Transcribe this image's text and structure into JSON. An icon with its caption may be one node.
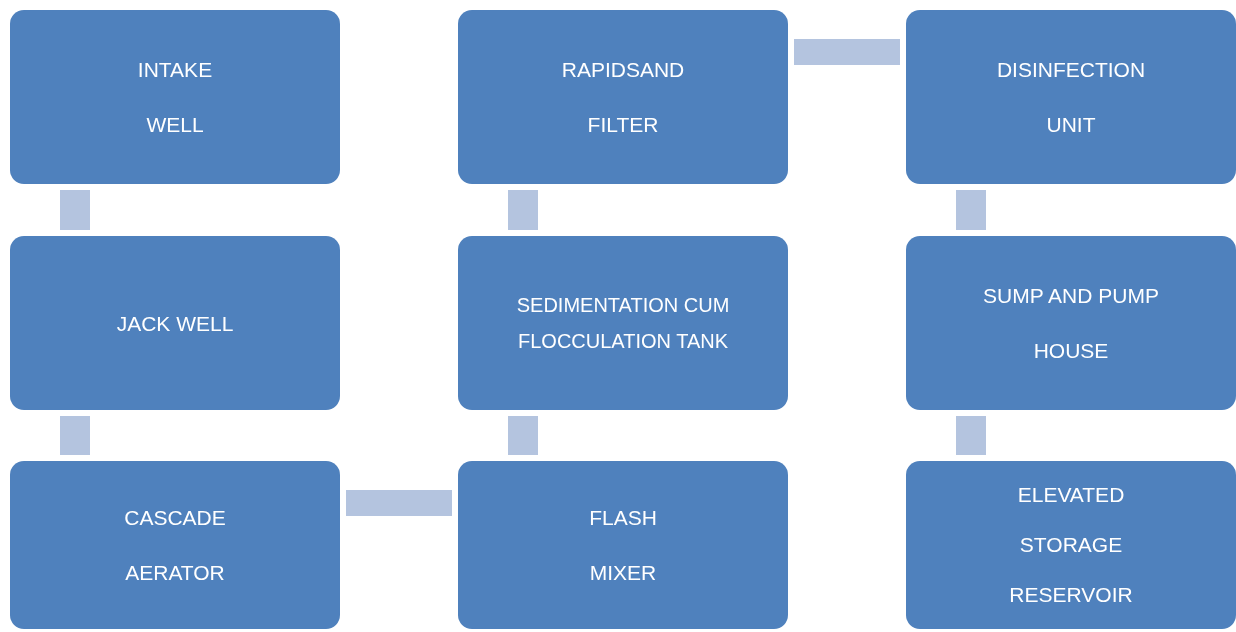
{
  "diagram": {
    "nodes": [
      {
        "text": [
          "INTAKE WELL"
        ]
      },
      {
        "text": [
          "RAPIDSAND FILTER"
        ]
      },
      {
        "text": [
          "DISINFECTION UNIT"
        ]
      },
      {
        "text": [
          "JACK WELL"
        ]
      },
      {
        "text": [
          "SEDIMENTATION CUM FLOCCULATION TANK"
        ]
      },
      {
        "text": [
          "SUMP AND PUMP HOUSE"
        ]
      },
      {
        "text": [
          "CASCADE AERATOR"
        ]
      },
      {
        "text": [
          "FLASH MIXER"
        ]
      },
      {
        "text": [
          "ELEVATED STORAGE RESERVOIR"
        ]
      }
    ],
    "edges": [
      {
        "from": 0,
        "to": 3,
        "arrow": "none"
      },
      {
        "from": 3,
        "to": 6,
        "arrow": "none"
      },
      {
        "from": 6,
        "to": 7,
        "arrow": "none"
      },
      {
        "from": 7,
        "to": 4,
        "arrow": "none"
      },
      {
        "from": 4,
        "to": 1,
        "arrow": "none"
      },
      {
        "from": 1,
        "to": 2,
        "arrow": "none"
      },
      {
        "from": 2,
        "to": 5,
        "arrow": "none"
      },
      {
        "from": 5,
        "to": 8,
        "arrow": "none"
      }
    ]
  }
}
